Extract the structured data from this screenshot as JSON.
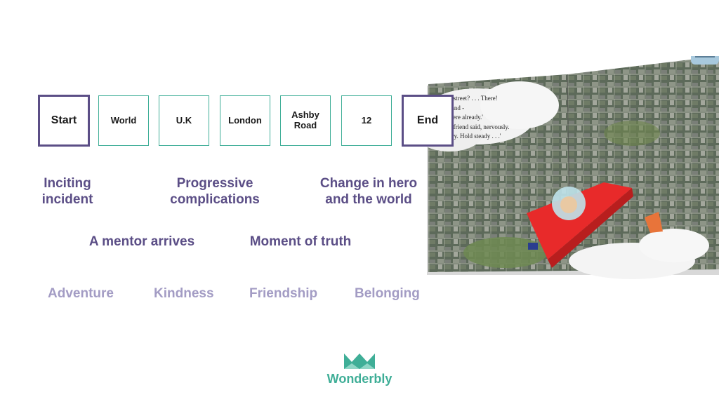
{
  "steps": [
    "Start",
    "World",
    "U.K",
    "London",
    "Ashby\nRoad",
    "12",
    "End"
  ],
  "beats": {
    "inciting": "Inciting\nincident",
    "progressive": "Progressive\ncomplications",
    "change": "Change in hero\nand the world",
    "mentor": "A mentor arrives",
    "truth": "Moment of truth"
  },
  "themes": [
    "Adventure",
    "Kindness",
    "Friendship",
    "Belonging"
  ],
  "book_text": [
    "'s our street? . . . There!",
    "let's land -",
    "ng's here already.'",
    "?' her friend said, nervously.",
    "- I'll try. Hold steady . . .'"
  ],
  "logo": {
    "text": "Wonderbly"
  },
  "colors": {
    "purple": "#5b4e86",
    "teal": "#3fae97",
    "lavender": "#a39cc4"
  }
}
